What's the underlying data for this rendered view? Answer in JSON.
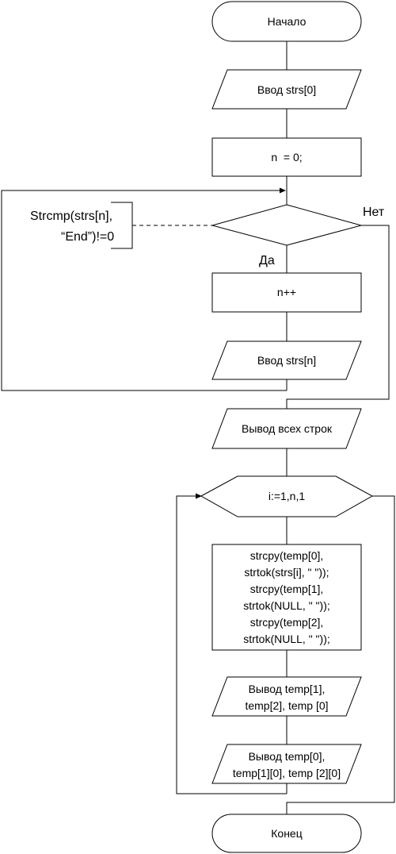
{
  "flowchart": {
    "start": "Начало",
    "input_first": "Ввод strs[0]",
    "init": "n  = 0;",
    "condition_comment": {
      "line1": "Strcmp(strs[n],",
      "line2": "“End”)!=0"
    },
    "branch_no": "Нет",
    "branch_yes": "Да",
    "increment": "n++",
    "input_next": "Ввод strs[n]",
    "output_all": "Вывод всех строк",
    "loop_header": "i:=1,n,1",
    "loop_body": [
      "strcpy(temp[0],",
      "strtok(strs[i], \" \"));",
      "strcpy(temp[1],",
      "strtok(NULL, \" \"));",
      "strcpy(temp[2],",
      "strtok(NULL, \" \"));"
    ],
    "output_1": {
      "line1": "Вывод temp[1],",
      "line2": "temp[2], temp [0]"
    },
    "output_2": {
      "line1": "Вывод temp[0],",
      "line2": "temp[1][0], temp [2][0]"
    },
    "end": "Конец"
  }
}
